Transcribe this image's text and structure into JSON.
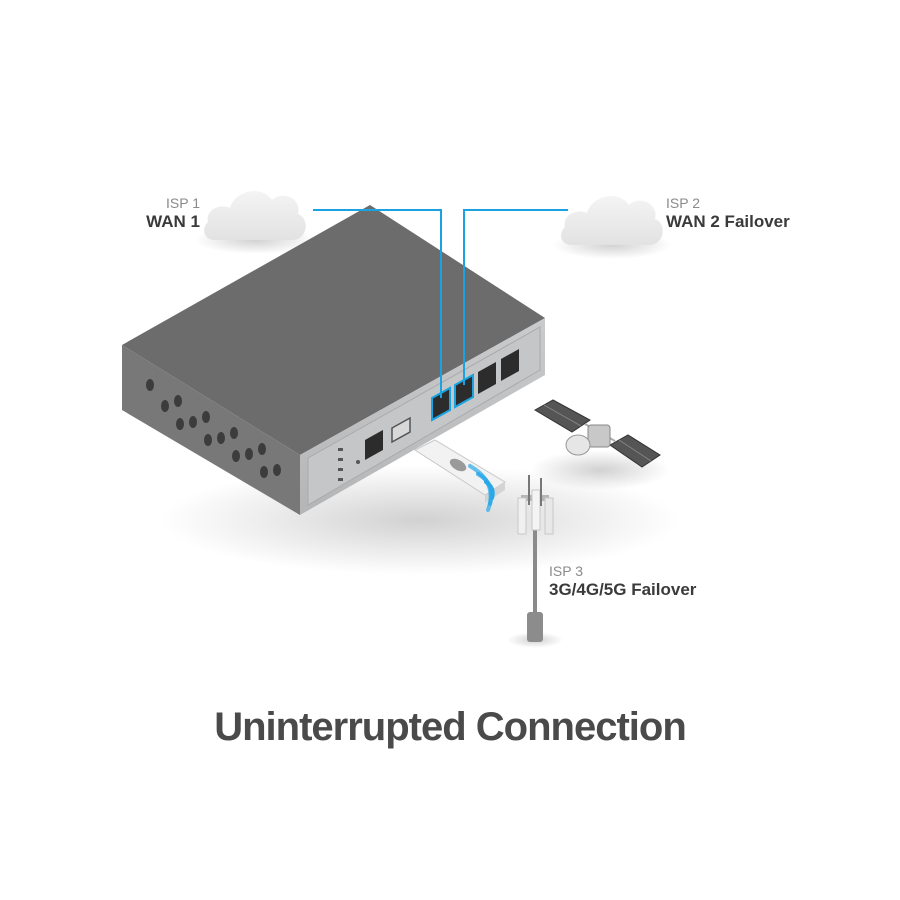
{
  "isp1": {
    "provider": "ISP 1",
    "link": "WAN 1"
  },
  "isp2": {
    "provider": "ISP 2",
    "link": "WAN 2 Failover"
  },
  "isp3": {
    "provider": "ISP 3",
    "link": "3G/4G/5G Failover"
  },
  "caption": "Uninterrupted Connection",
  "colors": {
    "wan_line": "#1aa3e0",
    "device_top": "#6e6e6e",
    "device_side": "#777777",
    "front_panel": "#bfc1c3",
    "cloud": "#ececec",
    "signal": "#2aa8e8"
  }
}
